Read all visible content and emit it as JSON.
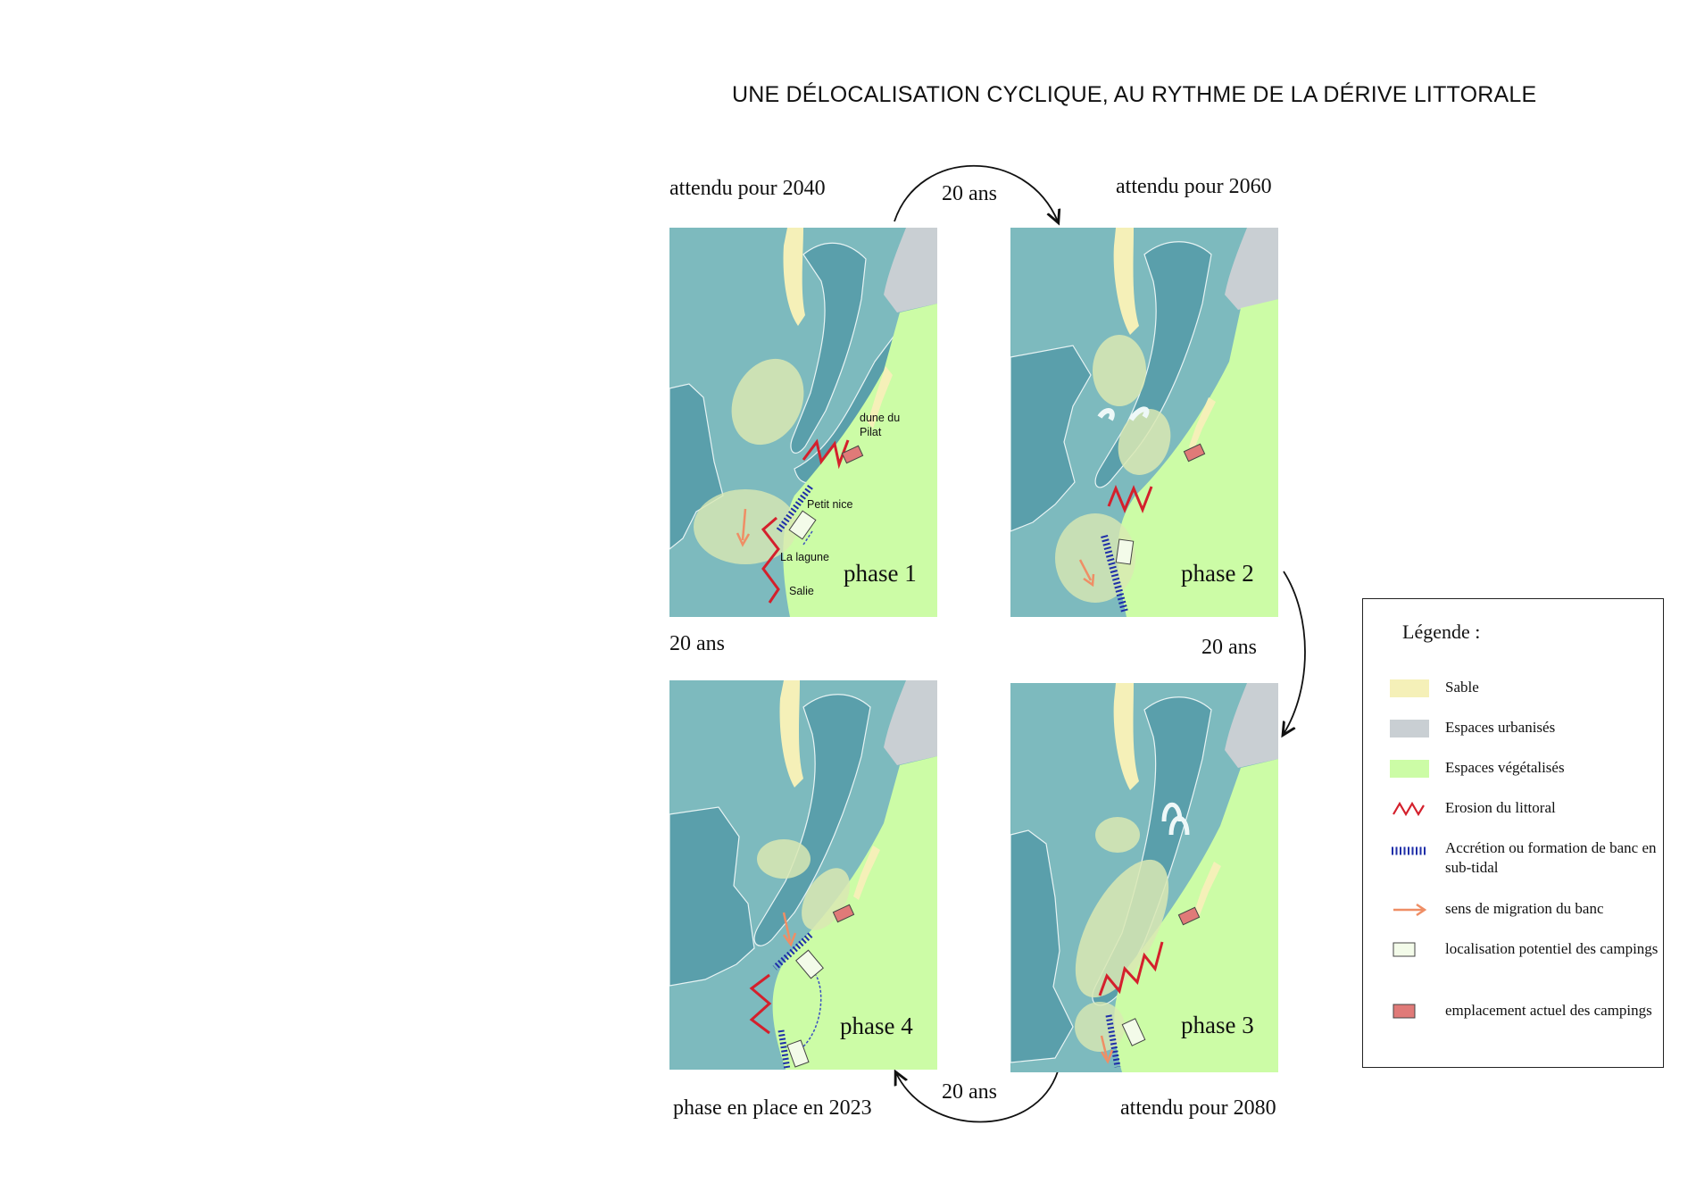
{
  "title": "UNE DÉLOCALISATION CYCLIQUE, AU RYTHME DE LA DÉRIVE LITTORALE",
  "captions": {
    "top_left": "attendu pour 2040",
    "top_right": "attendu pour 2060",
    "bottom_left": "phase en place en 2023",
    "bottom_right": "attendu pour 2080"
  },
  "intervals": {
    "top": "20 ans",
    "left": "20 ans",
    "right": "20 ans",
    "bottom": "20 ans"
  },
  "panels": {
    "phase1": "phase 1",
    "phase2": "phase 2",
    "phase3": "phase 3",
    "phase4": "phase 4"
  },
  "place_names": {
    "dune": "dune du Pilat",
    "petit_nice": "Petit nice",
    "lagune": "La lagune",
    "salie": "Salie"
  },
  "colors": {
    "sea": "#7dbabe",
    "channel": "#5a9fab",
    "sand": "#f5f0b8",
    "urban": "#c9cfd3",
    "vegetation": "#ccfca6",
    "erosion": "#d4202c",
    "accretion": "#1e2ea8",
    "migration": "#ef8e65",
    "current_camp": "#e07a78"
  },
  "legend": {
    "title": "Légende :",
    "items": [
      {
        "symbol": "sand-swatch",
        "label": "Sable"
      },
      {
        "symbol": "urban-swatch",
        "label": "Espaces urbanisés"
      },
      {
        "symbol": "vegetation-swatch",
        "label": "Espaces végétalisés"
      },
      {
        "symbol": "erosion-zigzag-icon",
        "label": "Erosion du littoral"
      },
      {
        "symbol": "accretion-hatch-icon",
        "label": "Accrétion ou formation de banc en sub-tidal"
      },
      {
        "symbol": "migration-arrow-icon",
        "label": "sens de migration du banc"
      },
      {
        "symbol": "potential-camp-icon",
        "label": "localisation potentiel des campings"
      },
      {
        "symbol": "current-camp-icon",
        "label": "emplacement actuel des campings"
      }
    ]
  }
}
